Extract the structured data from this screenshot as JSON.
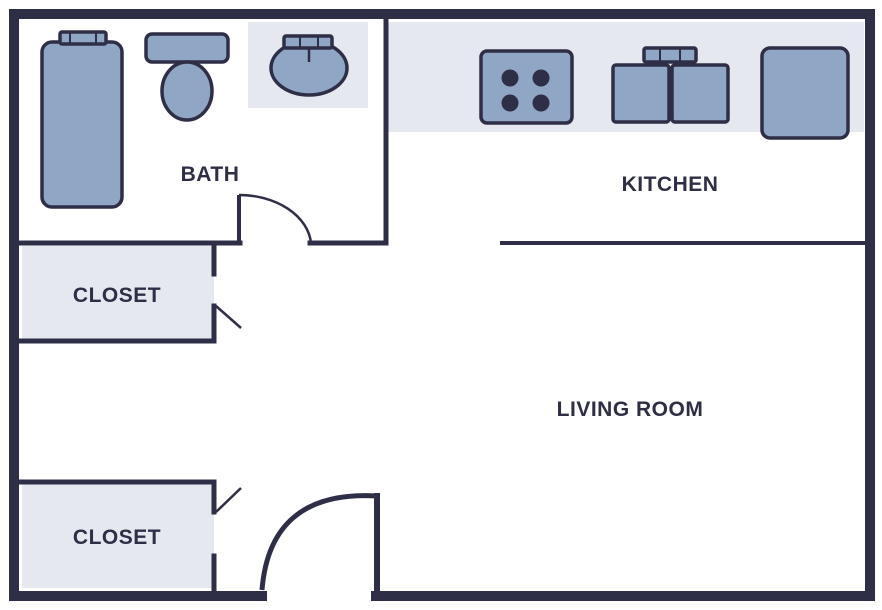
{
  "rooms": {
    "bath": "BATH",
    "kitchen": "KITCHEN",
    "living_room": "LIVING ROOM",
    "closet_top": "CLOSET",
    "closet_bottom": "CLOSET"
  },
  "fixtures": {
    "bathroom": [
      "bathtub",
      "toilet",
      "sink"
    ],
    "kitchen": [
      "stove",
      "kitchen-sink",
      "refrigerator"
    ]
  },
  "colors": {
    "wall": "#2f2e47",
    "fixture_fill": "#8fa7c4",
    "floor_shade": "#e6e8f0",
    "text": "#2f2e47",
    "background": "#ffffff"
  }
}
